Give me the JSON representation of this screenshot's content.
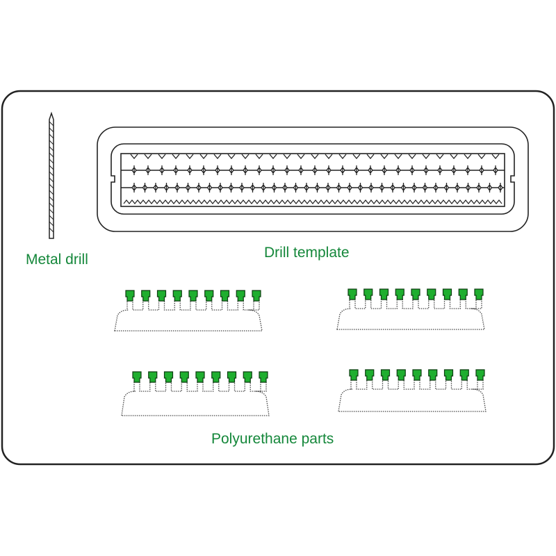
{
  "labels": {
    "drill": "Metal drill",
    "template": "Drill template",
    "parts": "Polyurethane parts"
  },
  "colors": {
    "label": "#14873a",
    "part_head": "#1fae2f",
    "outline": "#222222"
  },
  "parts_groups": 4,
  "heads_per_group": 9
}
